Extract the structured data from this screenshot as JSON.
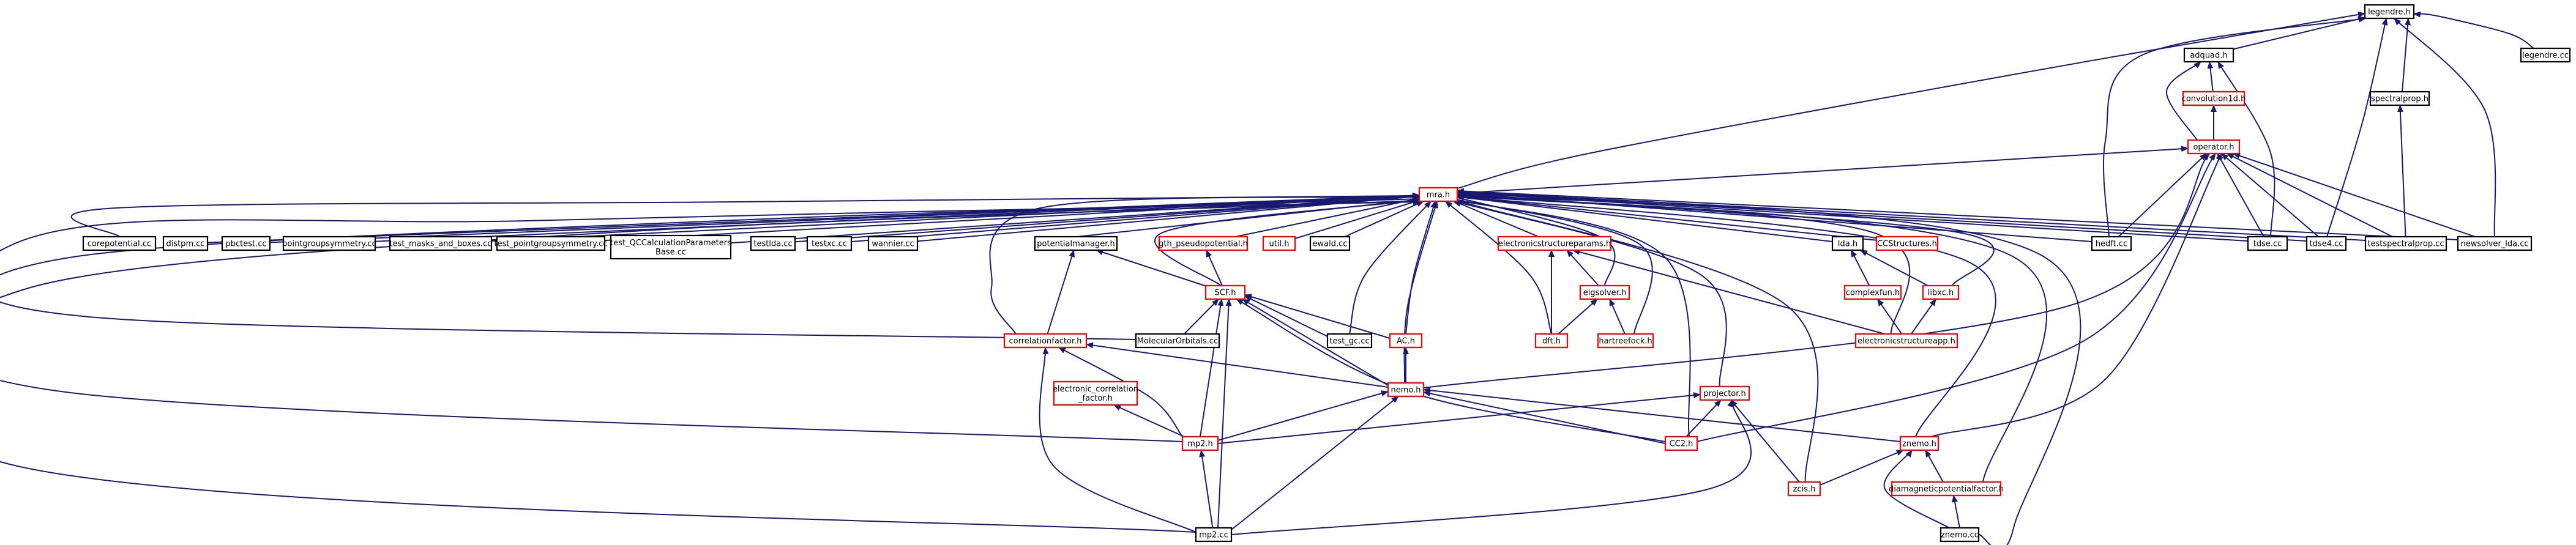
{
  "graph": {
    "colors": {
      "edge": "#191970",
      "focus_fill": "#bfbfbf",
      "border_documented": "#000000",
      "border_undocumented": "#ff0000"
    },
    "nodes": [
      {
        "id": "legendre_h",
        "label": "legendre.h",
        "style": "focus"
      },
      {
        "id": "adquad_h",
        "label": "adquad.h",
        "style": "documented"
      },
      {
        "id": "legendre_cc",
        "label": "legendre.cc",
        "style": "documented"
      },
      {
        "id": "convolution1d_h",
        "label": "convolution1d.h",
        "style": "undocumented"
      },
      {
        "id": "spectralprop_h",
        "label": "spectralprop.h",
        "style": "documented"
      },
      {
        "id": "operator_h",
        "label": "operator.h",
        "style": "undocumented"
      },
      {
        "id": "mra_h",
        "label": "mra.h",
        "style": "undocumented"
      },
      {
        "id": "corepotential_cc",
        "label": "corepotential.cc",
        "style": "documented"
      },
      {
        "id": "distpm_cc",
        "label": "distpm.cc",
        "style": "documented"
      },
      {
        "id": "pbctest_cc",
        "label": "pbctest.cc",
        "style": "documented"
      },
      {
        "id": "pointgroupsymmetry_cc",
        "label": "pointgroupsymmetry.cc",
        "style": "documented"
      },
      {
        "id": "test_masks_cc",
        "label": "test_masks_and_boxes.cc",
        "style": "documented"
      },
      {
        "id": "test_pointgroup_cc",
        "label": "test_pointgroupsymmetry.cc",
        "style": "documented"
      },
      {
        "id": "test_qccalc_cc",
        "label": "test_QCCalculationParameters\nBase.cc",
        "style": "documented"
      },
      {
        "id": "testlda_cc",
        "label": "testlda.cc",
        "style": "documented"
      },
      {
        "id": "testxc_cc",
        "label": "testxc.cc",
        "style": "documented"
      },
      {
        "id": "wannier_cc",
        "label": "wannier.cc",
        "style": "documented"
      },
      {
        "id": "potentialmanager_h",
        "label": "potentialmanager.h",
        "style": "documented"
      },
      {
        "id": "gth_pseudopotential_h",
        "label": "gth_pseudopotential.h",
        "style": "undocumented"
      },
      {
        "id": "util_h",
        "label": "util.h",
        "style": "undocumented"
      },
      {
        "id": "ewald_cc",
        "label": "ewald.cc",
        "style": "documented"
      },
      {
        "id": "esparams_h",
        "label": "electronicstructureparams.h",
        "style": "undocumented"
      },
      {
        "id": "lda_h",
        "label": "lda.h",
        "style": "documented"
      },
      {
        "id": "ccstructures_h",
        "label": "CCStructures.h",
        "style": "undocumented"
      },
      {
        "id": "hedft_cc",
        "label": "hedft.cc",
        "style": "documented"
      },
      {
        "id": "tdse_cc",
        "label": "tdse.cc",
        "style": "documented"
      },
      {
        "id": "tdse4_cc",
        "label": "tdse4.cc",
        "style": "documented"
      },
      {
        "id": "testspectralprop_cc",
        "label": "testspectralprop.cc",
        "style": "documented"
      },
      {
        "id": "newsolver_lda_cc",
        "label": "newsolver_lda.cc",
        "style": "documented"
      },
      {
        "id": "scf_h",
        "label": "SCF.h",
        "style": "undocumented"
      },
      {
        "id": "eigsolver_h",
        "label": "eigsolver.h",
        "style": "undocumented"
      },
      {
        "id": "complexfun_h",
        "label": "complexfun.h",
        "style": "undocumented"
      },
      {
        "id": "libxc_h",
        "label": "libxc.h",
        "style": "undocumented"
      },
      {
        "id": "correlationfactor_h",
        "label": "correlationfactor.h",
        "style": "undocumented"
      },
      {
        "id": "molecularorbitals_cc",
        "label": "MolecularOrbitals.cc",
        "style": "documented"
      },
      {
        "id": "test_gc_cc",
        "label": "test_gc.cc",
        "style": "documented"
      },
      {
        "id": "ac_h",
        "label": "AC.h",
        "style": "undocumented"
      },
      {
        "id": "dft_h",
        "label": "dft.h",
        "style": "undocumented"
      },
      {
        "id": "hartreefock_h",
        "label": "hartreefock.h",
        "style": "undocumented"
      },
      {
        "id": "esapp_h",
        "label": "electronicstructureapp.h",
        "style": "undocumented"
      },
      {
        "id": "ecf_h",
        "label": "electronic_correlation\n_factor.h",
        "style": "undocumented"
      },
      {
        "id": "nemo_h",
        "label": "nemo.h",
        "style": "undocumented"
      },
      {
        "id": "projector_h",
        "label": "projector.h",
        "style": "undocumented"
      },
      {
        "id": "mp2_h",
        "label": "mp2.h",
        "style": "undocumented"
      },
      {
        "id": "cc2_h",
        "label": "CC2.h",
        "style": "undocumented"
      },
      {
        "id": "znemo_h",
        "label": "znemo.h",
        "style": "undocumented"
      },
      {
        "id": "zcis_h",
        "label": "zcis.h",
        "style": "undocumented"
      },
      {
        "id": "diamag_h",
        "label": "diamagneticpotentialfactor.h",
        "style": "undocumented"
      },
      {
        "id": "mp2_cc",
        "label": "mp2.cc",
        "style": "documented"
      },
      {
        "id": "znemo_cc",
        "label": "znemo.cc",
        "style": "documented"
      }
    ],
    "edges": [
      {
        "from": "adquad_h",
        "to": "legendre_h"
      },
      {
        "from": "legendre_cc",
        "to": "legendre_h"
      },
      {
        "from": "spectralprop_h",
        "to": "legendre_h"
      },
      {
        "from": "mra_h",
        "to": "legendre_h"
      },
      {
        "from": "hedft_cc",
        "to": "legendre_h"
      },
      {
        "from": "tdse4_cc",
        "to": "legendre_h"
      },
      {
        "from": "newsolver_lda_cc",
        "to": "legendre_h"
      },
      {
        "from": "convolution1d_h",
        "to": "adquad_h"
      },
      {
        "from": "operator_h",
        "to": "adquad_h"
      },
      {
        "from": "tdse_cc",
        "to": "adquad_h"
      },
      {
        "from": "operator_h",
        "to": "convolution1d_h"
      },
      {
        "from": "testspectralprop_cc",
        "to": "spectralprop_h"
      },
      {
        "from": "mra_h",
        "to": "operator_h"
      },
      {
        "from": "hedft_cc",
        "to": "operator_h"
      },
      {
        "from": "tdse_cc",
        "to": "operator_h"
      },
      {
        "from": "tdse4_cc",
        "to": "operator_h"
      },
      {
        "from": "testspectralprop_cc",
        "to": "operator_h"
      },
      {
        "from": "newsolver_lda_cc",
        "to": "operator_h"
      },
      {
        "from": "nemo_h",
        "to": "operator_h"
      },
      {
        "from": "cc2_h",
        "to": "operator_h"
      },
      {
        "from": "znemo_h",
        "to": "operator_h"
      },
      {
        "from": "corepotential_cc",
        "to": "mra_h"
      },
      {
        "from": "distpm_cc",
        "to": "mra_h"
      },
      {
        "from": "pbctest_cc",
        "to": "mra_h"
      },
      {
        "from": "pointgroupsymmetry_cc",
        "to": "mra_h"
      },
      {
        "from": "test_masks_cc",
        "to": "mra_h"
      },
      {
        "from": "test_pointgroup_cc",
        "to": "mra_h"
      },
      {
        "from": "test_qccalc_cc",
        "to": "mra_h"
      },
      {
        "from": "testlda_cc",
        "to": "mra_h"
      },
      {
        "from": "testxc_cc",
        "to": "mra_h"
      },
      {
        "from": "wannier_cc",
        "to": "mra_h"
      },
      {
        "from": "potentialmanager_h",
        "to": "mra_h"
      },
      {
        "from": "gth_pseudopotential_h",
        "to": "mra_h"
      },
      {
        "from": "util_h",
        "to": "mra_h"
      },
      {
        "from": "ewald_cc",
        "to": "mra_h"
      },
      {
        "from": "esparams_h",
        "to": "mra_h"
      },
      {
        "from": "lda_h",
        "to": "mra_h"
      },
      {
        "from": "ccstructures_h",
        "to": "mra_h"
      },
      {
        "from": "hedft_cc",
        "to": "mra_h"
      },
      {
        "from": "tdse_cc",
        "to": "mra_h"
      },
      {
        "from": "tdse4_cc",
        "to": "mra_h"
      },
      {
        "from": "testspectralprop_cc",
        "to": "mra_h"
      },
      {
        "from": "newsolver_lda_cc",
        "to": "mra_h"
      },
      {
        "from": "scf_h",
        "to": "mra_h"
      },
      {
        "from": "eigsolver_h",
        "to": "mra_h"
      },
      {
        "from": "correlationfactor_h",
        "to": "mra_h"
      },
      {
        "from": "molecularorbitals_cc",
        "to": "mra_h"
      },
      {
        "from": "test_gc_cc",
        "to": "mra_h"
      },
      {
        "from": "ac_h",
        "to": "mra_h"
      },
      {
        "from": "dft_h",
        "to": "mra_h"
      },
      {
        "from": "hartreefock_h",
        "to": "mra_h"
      },
      {
        "from": "esapp_h",
        "to": "mra_h"
      },
      {
        "from": "libxc_h",
        "to": "mra_h"
      },
      {
        "from": "nemo_h",
        "to": "mra_h"
      },
      {
        "from": "projector_h",
        "to": "mra_h"
      },
      {
        "from": "mp2_h",
        "to": "mra_h"
      },
      {
        "from": "cc2_h",
        "to": "mra_h"
      },
      {
        "from": "znemo_h",
        "to": "mra_h"
      },
      {
        "from": "zcis_h",
        "to": "mra_h"
      },
      {
        "from": "diamag_h",
        "to": "mra_h"
      },
      {
        "from": "mp2_cc",
        "to": "mra_h"
      },
      {
        "from": "znemo_cc",
        "to": "mra_h"
      },
      {
        "from": "correlationfactor_h",
        "to": "potentialmanager_h"
      },
      {
        "from": "scf_h",
        "to": "potentialmanager_h"
      },
      {
        "from": "scf_h",
        "to": "gth_pseudopotential_h"
      },
      {
        "from": "eigsolver_h",
        "to": "esparams_h"
      },
      {
        "from": "dft_h",
        "to": "esparams_h"
      },
      {
        "from": "esapp_h",
        "to": "esparams_h"
      },
      {
        "from": "complexfun_h",
        "to": "lda_h"
      },
      {
        "from": "libxc_h",
        "to": "lda_h"
      },
      {
        "from": "molecularorbitals_cc",
        "to": "scf_h"
      },
      {
        "from": "test_gc_cc",
        "to": "scf_h"
      },
      {
        "from": "ac_h",
        "to": "scf_h"
      },
      {
        "from": "nemo_h",
        "to": "scf_h"
      },
      {
        "from": "mp2_h",
        "to": "scf_h"
      },
      {
        "from": "cc2_h",
        "to": "scf_h"
      },
      {
        "from": "mp2_cc",
        "to": "scf_h"
      },
      {
        "from": "dft_h",
        "to": "eigsolver_h"
      },
      {
        "from": "hartreefock_h",
        "to": "eigsolver_h"
      },
      {
        "from": "esapp_h",
        "to": "complexfun_h"
      },
      {
        "from": "esapp_h",
        "to": "libxc_h"
      },
      {
        "from": "nemo_h",
        "to": "correlationfactor_h"
      },
      {
        "from": "mp2_h",
        "to": "correlationfactor_h"
      },
      {
        "from": "mp2_cc",
        "to": "correlationfactor_h"
      },
      {
        "from": "nemo_h",
        "to": "ac_h"
      },
      {
        "from": "mp2_h",
        "to": "ecf_h"
      },
      {
        "from": "mp2_h",
        "to": "nemo_h"
      },
      {
        "from": "cc2_h",
        "to": "nemo_h"
      },
      {
        "from": "znemo_h",
        "to": "nemo_h"
      },
      {
        "from": "mp2_cc",
        "to": "nemo_h"
      },
      {
        "from": "mp2_h",
        "to": "projector_h"
      },
      {
        "from": "cc2_h",
        "to": "projector_h"
      },
      {
        "from": "zcis_h",
        "to": "projector_h"
      },
      {
        "from": "mp2_cc",
        "to": "projector_h"
      },
      {
        "from": "mp2_cc",
        "to": "mp2_h"
      },
      {
        "from": "zcis_h",
        "to": "znemo_h"
      },
      {
        "from": "diamag_h",
        "to": "znemo_h"
      },
      {
        "from": "znemo_cc",
        "to": "znemo_h"
      },
      {
        "from": "znemo_cc",
        "to": "diamag_h"
      }
    ]
  }
}
